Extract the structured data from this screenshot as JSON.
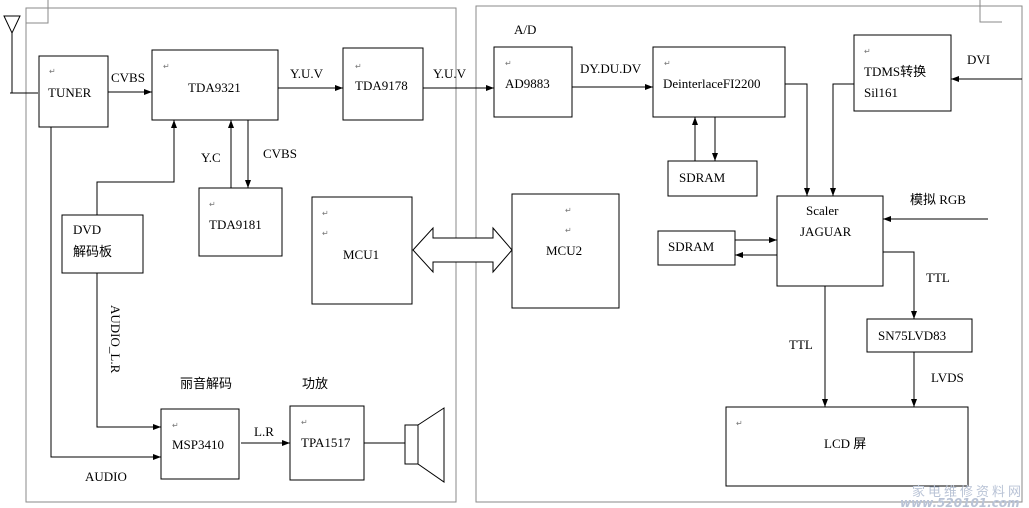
{
  "blocks": {
    "tuner": "TUNER",
    "tda9321": "TDA9321",
    "tda9178": "TDA9178",
    "tda9181": "TDA9181",
    "dvd_line1": "DVD",
    "dvd_line2": "解码板",
    "mcu1": "MCU1",
    "mcu2": "MCU2",
    "msp3410": "MSP3410",
    "tpa1517": "TPA1517",
    "ad9883": "AD9883",
    "deinterlace": "DeinterlaceFI2200",
    "sdram_top": "SDRAM",
    "sdram_left": "SDRAM",
    "tdms_line1": "TDMS转换",
    "tdms_line2": "Sil161",
    "scaler_line1": "Scaler",
    "scaler_line2": "JAGUAR",
    "sn75": "SN75LVD83",
    "lcd": "LCD 屏"
  },
  "labels": {
    "cvbs_tuner": "CVBS",
    "yuv_1": "Y.U.V",
    "yuv_2": "Y.U.V",
    "yc": "Y.C",
    "cvbs_9181": "CVBS",
    "audio_lr": "AUDIO_L.R",
    "audio": "AUDIO",
    "lishin_decode": "丽音解码",
    "amp": "功放",
    "lr": "L.R",
    "ad": "A/D",
    "dy_du_dv": "DY.DU.DV",
    "dvi": "DVI",
    "analog_rgb": "模拟 RGB",
    "ttl_right": "TTL",
    "ttl_left": "TTL",
    "lvds": "LVDS"
  },
  "return_mark": "↵",
  "watermark": {
    "line1": "家电维修资料网",
    "line2": "www.520101.com"
  }
}
